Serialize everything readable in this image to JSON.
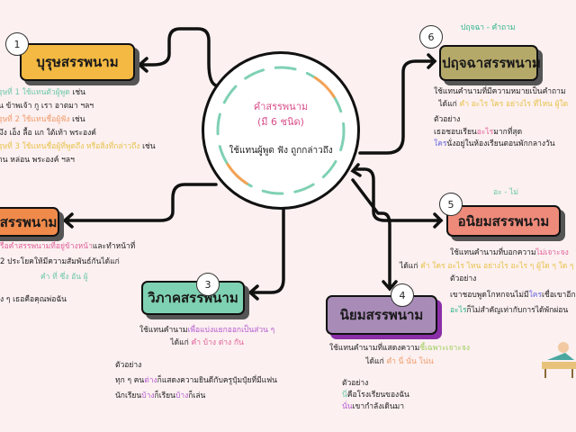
{
  "center": {
    "title": "คำสรรพนาม",
    "count": "(มี 6 ชนิด)",
    "subtitle": "ใช้แทนผู้พูด ฟัง ถูกกล่าวถึง"
  },
  "colors": {
    "background": "#fcf0f0",
    "box1": "#f4b942",
    "box2": "#f08a4b",
    "box3": "#7fd1b3",
    "box4": "#a98bb8",
    "box5": "#ee8a7a",
    "box6": "#b5a96a"
  },
  "box1": {
    "num": "1",
    "title": "บุรุษสรรพนาม",
    "lines": [
      {
        "a": "ุรุษที่ 1 ใช้แทนตัวผู้พูด",
        "b": " เช่น"
      },
      {
        "a": "",
        "b": "น ข้าพเจ้า กู เรา อาตมา ฯลฯ"
      },
      {
        "a": "ุรุษที่ 2 ใช้แทนชื่อผู้ฟัง",
        "b": " เช่น"
      },
      {
        "a": "",
        "b": " มึง เอ็ง ลื้อ แก ใต้เท้า พระองค์"
      },
      {
        "a": "ุรุษที่ 3 ใช้แทนชื่อผู้ที่พูดถึง หรือสิ่งที่กล่าวถึง",
        "b": " เช่น"
      },
      {
        "a": "",
        "b": "าน หล่อน พระองค์ ฯลฯ"
      }
    ]
  },
  "box2": {
    "title": "สสรรพนาม",
    "line1a": "รือคำสรรพนามที่อยู่ข้างหน้า",
    "line1b": "และทำหน้าที่",
    "line2": " 2 ประโยคให้มีความสัมพันธ์กันได้แก่",
    "words": "คำ ที่ ซึ่ง อัน ผู้",
    "example": "ง ๆ เธอคือคุณพ่อฉัน"
  },
  "box3": {
    "num": "3",
    "title": "วิภาคสรรพนาม",
    "def_a": "ใช้แทนคำนาม",
    "def_b": "เพื่อแบ่งแยกออกเป็นส่วน ๆ",
    "words_label": "ได้แก่ ",
    "words": "คำ บ้าง ต่าง กัน",
    "ex_label": "ตัวอย่าง",
    "ex1_a": "ทุก ๆ คน",
    "ex1_b": "ต่าง",
    "ex1_c": "ก็แสดงความยินดีกับครูปุ๋มปุ๋ยที่มีแฟน",
    "ex2_a": "นักเรียน",
    "ex2_b": "บ้าง",
    "ex2_c": "ก็เรียน",
    "ex2_d": "บ้าง",
    "ex2_e": "ก็เล่น"
  },
  "box4": {
    "num": "4",
    "title": "นิยมสรรพนาม",
    "def_a": "ใช้แทนคำนามที่แสดงความ",
    "def_b": "ชี้เฉพาะเจาะจง",
    "words_label": "ได้แก่ ",
    "words": "คำ นี่ นั่น โน่น",
    "ex_label": "ตัวอย่าง",
    "ex1_a": "นี่",
    "ex1_b": "คือโรงเรียนของฉัน",
    "ex2_a": "นั่น",
    "ex2_b": "เขากำลังเดินมา"
  },
  "box5": {
    "num": "5",
    "hint": "อะ - ไม่",
    "title": "อนิยมสรรพนาม",
    "def_a": "ใช้แทนคำนามที่บอกความ",
    "def_b": "ไม่เจาะจง",
    "words_label": "ได้แก่ ",
    "words": "คำ ใคร อะไร ไหน อย่างไร อะไร ๆ ผู้ใด ๆ ใด ๆ ซึ่ง",
    "ex_label": "ตัวอย่าง",
    "ex1_a": "เขาชอบพูดโกหกจนไม่มี",
    "ex1_b": "ใคร",
    "ex1_c": "เชื่อเขาอีก",
    "ex2_a": "อะไร",
    "ex2_b": "ก็ไม่สำคัญเท่ากับการได้พักผ่อน"
  },
  "box6": {
    "num": "6",
    "hint": "ปฤจฉา - คำถาม",
    "title": "ปฤจฉาสรรพนาม",
    "def": "ใช้แทนคำนามที่มีความหมายเป็นคำถาม",
    "words_label": "ได้แก่ ",
    "words": "คำ อะไร ใคร อย่างไร ที่ไหน ผู้ใด",
    "ex_label": "ตัวอย่าง",
    "ex1_a": "เธอชอบเรียน",
    "ex1_b": "อะไร",
    "ex1_c": "มากที่สุด",
    "ex2_a": "ใคร",
    "ex2_b": "นั่งอยู่ในห้องเรียนตอนพักกลางวัน"
  }
}
